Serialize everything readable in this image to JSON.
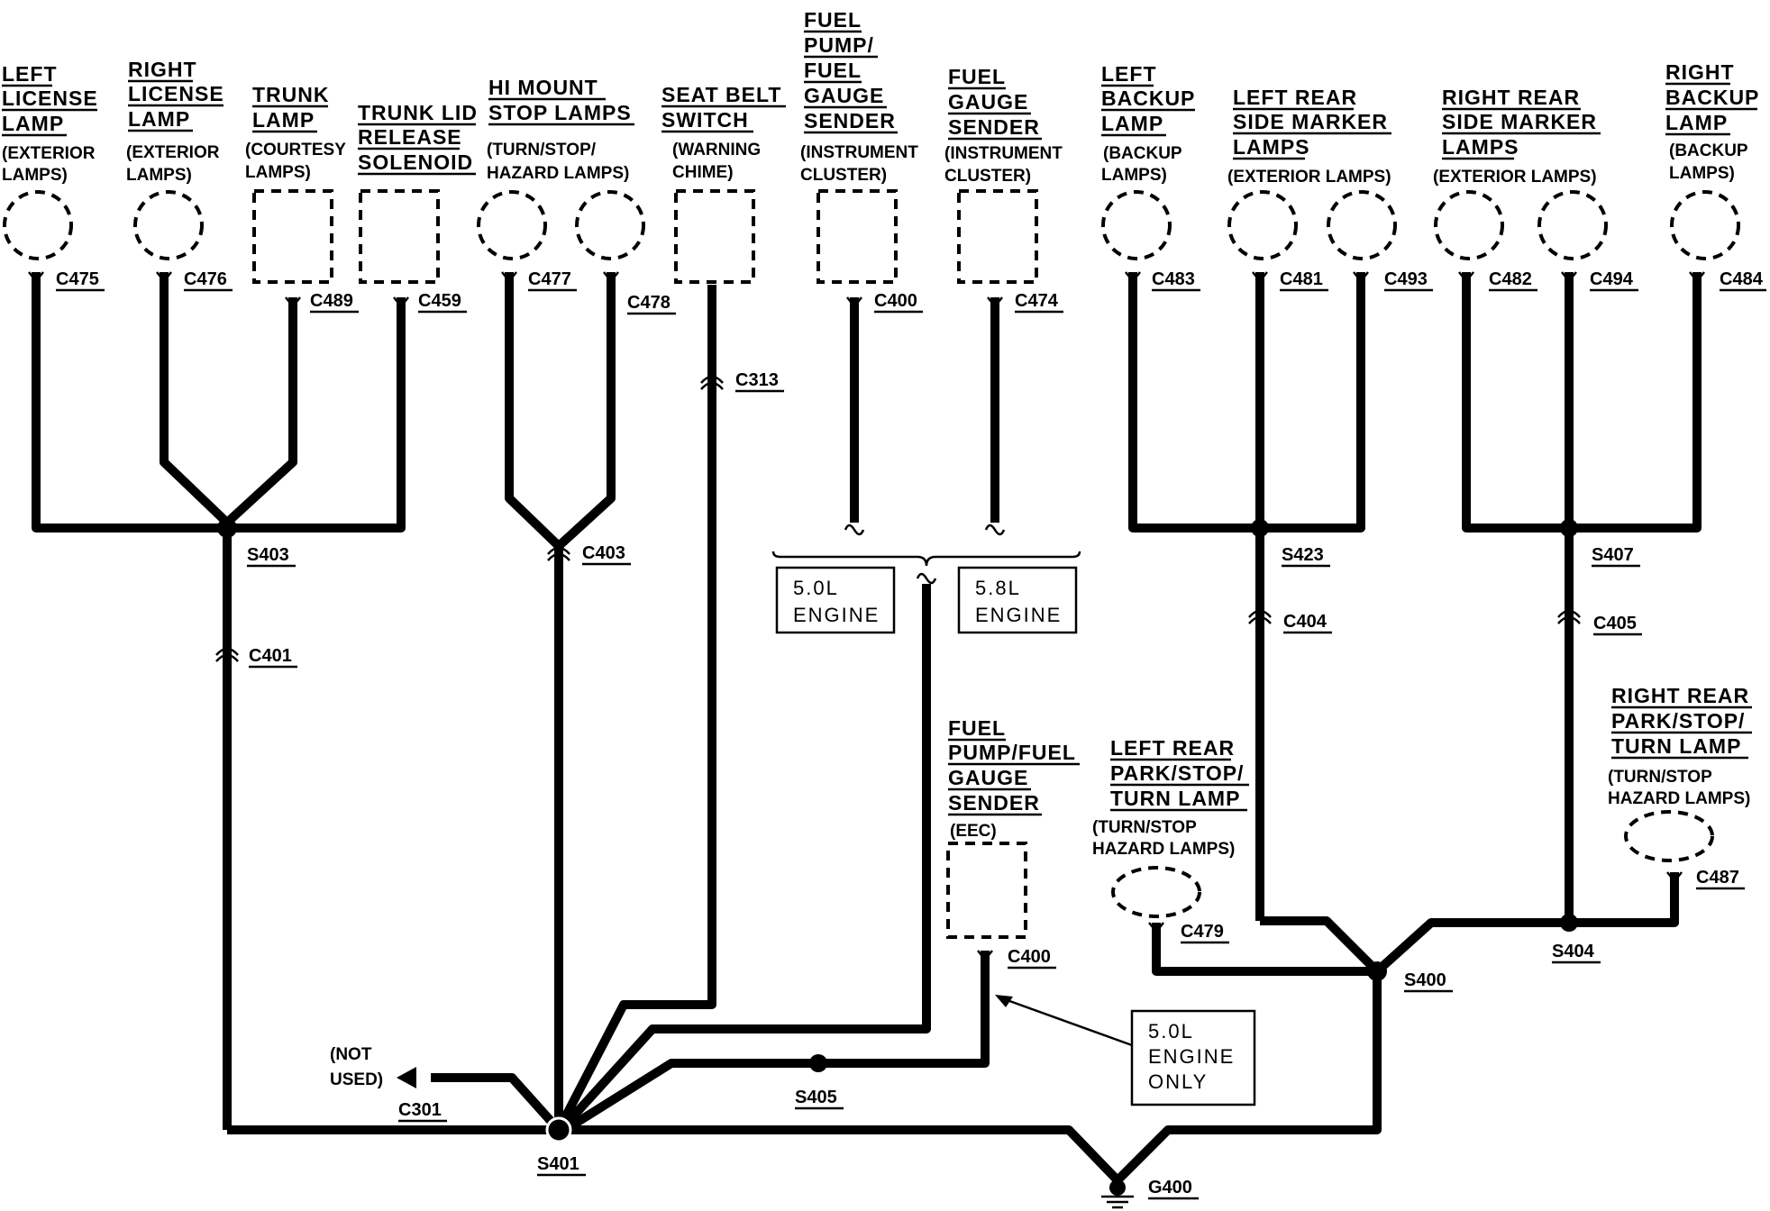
{
  "components": {
    "left_license_lamp": {
      "title": [
        "LEFT",
        "LICENSE",
        "LAMP"
      ],
      "sub": [
        "(EXTERIOR",
        "LAMPS)"
      ],
      "connector": "C475"
    },
    "right_license_lamp": {
      "title": [
        "RIGHT",
        "LICENSE",
        "LAMP"
      ],
      "sub": [
        "(EXTERIOR",
        "LAMPS)"
      ],
      "connector": "C476"
    },
    "trunk_lamp": {
      "title": [
        "TRUNK",
        "LAMP"
      ],
      "sub": [
        "(COURTESY",
        "LAMPS)"
      ],
      "connector": "C489"
    },
    "trunk_lid_release_solenoid": {
      "title": [
        "TRUNK LID",
        "RELEASE",
        "SOLENOID"
      ],
      "connector": "C459"
    },
    "hi_mount_stop_lamps": {
      "title": [
        "HI MOUNT",
        "STOP LAMPS"
      ],
      "sub": [
        "(TURN/STOP/",
        "HAZARD LAMPS)"
      ],
      "connectors": [
        "C477",
        "C478"
      ]
    },
    "seat_belt_switch": {
      "title": [
        "SEAT BELT",
        "SWITCH"
      ],
      "sub": [
        "(WARNING",
        "CHIME)"
      ],
      "connector": "C313"
    },
    "fuel_pump_gauge_sender_cluster": {
      "title": [
        "FUEL",
        "PUMP/",
        "FUEL",
        "GAUGE",
        "SENDER"
      ],
      "sub": [
        "(INSTRUMENT",
        "CLUSTER)"
      ],
      "connector": "C400"
    },
    "fuel_gauge_sender_cluster": {
      "title": [
        "FUEL",
        "GAUGE",
        "SENDER"
      ],
      "sub": [
        "(INSTRUMENT",
        "CLUSTER)"
      ],
      "connector": "C474"
    },
    "left_backup_lamp": {
      "title": [
        "LEFT",
        "BACKUP",
        "LAMP"
      ],
      "sub": [
        "(BACKUP",
        "LAMPS)"
      ],
      "connector": "C483"
    },
    "left_rear_side_marker_lamps": {
      "title": [
        "LEFT REAR",
        "SIDE MARKER",
        "LAMPS"
      ],
      "sub": [
        "(EXTERIOR LAMPS)"
      ],
      "connectors": [
        "C481",
        "C493"
      ]
    },
    "right_rear_side_marker_lamps": {
      "title": [
        "RIGHT REAR",
        "SIDE MARKER",
        "LAMPS"
      ],
      "sub": [
        "(EXTERIOR LAMPS)"
      ],
      "connectors": [
        "C482",
        "C494"
      ]
    },
    "right_backup_lamp": {
      "title": [
        "RIGHT",
        "BACKUP",
        "LAMP"
      ],
      "sub": [
        "(BACKUP",
        "LAMPS)"
      ],
      "connector": "C484"
    },
    "fuel_pump_gauge_sender_eec": {
      "title": [
        "FUEL",
        "PUMP/FUEL",
        "GAUGE",
        "SENDER"
      ],
      "sub": [
        "(EEC)"
      ],
      "connector": "C400"
    },
    "left_rear_park_lamp": {
      "title": [
        "LEFT REAR",
        "PARK/STOP/",
        "TURN LAMP"
      ],
      "sub": [
        "(TURN/STOP",
        "HAZARD LAMPS)"
      ],
      "connector": "C479"
    },
    "right_rear_park_lamp": {
      "title": [
        "RIGHT REAR",
        "PARK/STOP/",
        "TURN LAMP"
      ],
      "sub": [
        "(TURN/STOP",
        "HAZARD LAMPS)"
      ],
      "connector": "C487"
    }
  },
  "splices": {
    "s403": "S403",
    "s401": "S401",
    "s405": "S405",
    "s423": "S423",
    "s407": "S407",
    "s400": "S400",
    "s404": "S404"
  },
  "connectors": {
    "c401": "C401",
    "c403": "C403",
    "c404": "C404",
    "c405": "C405",
    "c301": "C301"
  },
  "ground": "G400",
  "not_used": [
    "(NOT",
    "USED)"
  ],
  "engine_boxes": {
    "e50": [
      "5.0L",
      "ENGINE"
    ],
    "e58": [
      "5.8L",
      "ENGINE"
    ]
  },
  "note_box": [
    "5.0L",
    "ENGINE",
    "ONLY"
  ]
}
